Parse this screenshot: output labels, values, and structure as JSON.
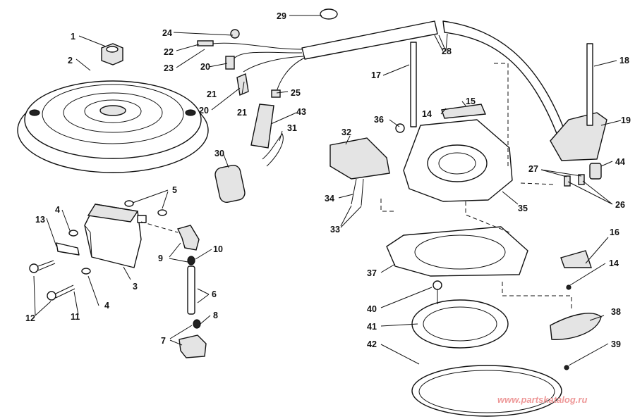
{
  "callouts": {
    "c1": "1",
    "c2": "2",
    "c3": "3",
    "c4a": "4",
    "c4b": "4",
    "c5": "5",
    "c6": "6",
    "c7": "7",
    "c8": "8",
    "c9": "9",
    "c10": "10",
    "c11": "11",
    "c12": "12",
    "c13": "13",
    "c14a": "14",
    "c14b": "14",
    "c15": "15",
    "c16": "16",
    "c17": "17",
    "c18": "18",
    "c19": "19",
    "c20a": "20",
    "c20b": "20",
    "c21a": "21",
    "c21b": "21",
    "c22": "22",
    "c23": "23",
    "c24": "24",
    "c25": "25",
    "c26": "26",
    "c27": "27",
    "c28": "28",
    "c29": "29",
    "c30": "30",
    "c31": "31",
    "c32": "32",
    "c33": "33",
    "c34": "34",
    "c35": "35",
    "c36": "36",
    "c37": "37",
    "c38": "38",
    "c39": "39",
    "c40": "40",
    "c41": "41",
    "c42": "42",
    "c43": "43",
    "c44": "44"
  },
  "watermark": "www.partskatalog.ru",
  "colors": {
    "ink": "#111111",
    "watermark": "#ee9999",
    "background": "#ffffff"
  }
}
